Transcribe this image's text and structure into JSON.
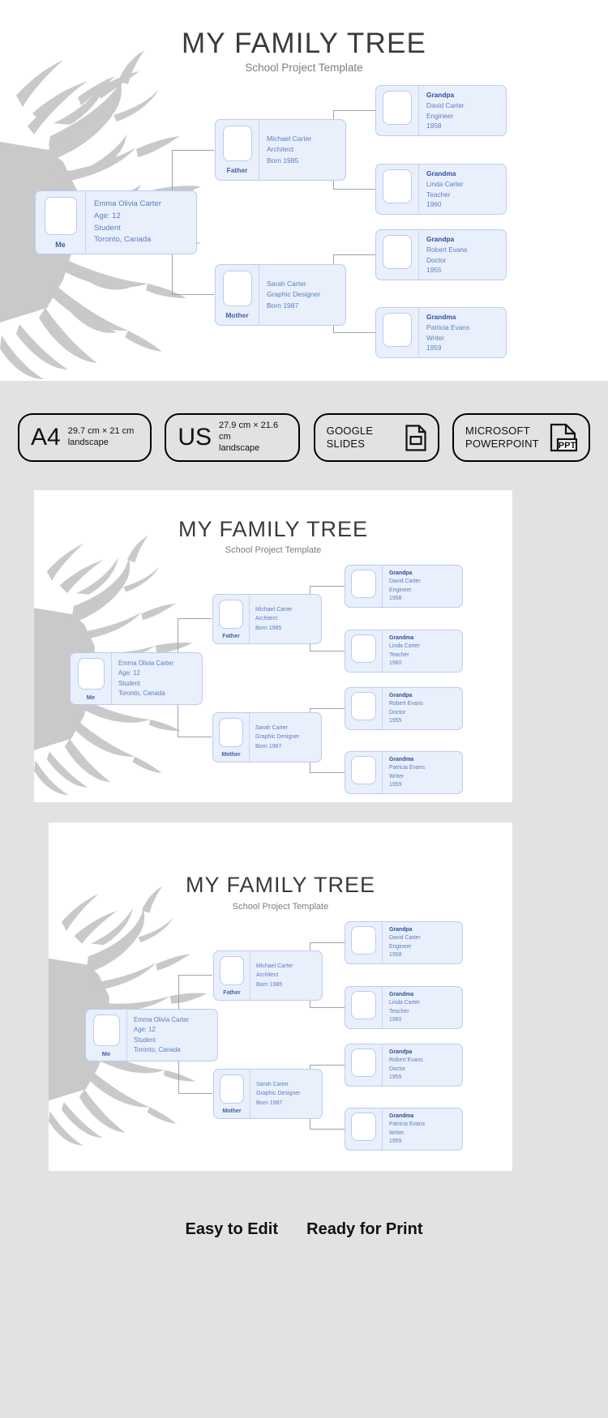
{
  "hero": {
    "title": "MY FAMILY TREE",
    "subtitle": "School Project Template"
  },
  "tree": {
    "me": {
      "role": "Me",
      "name": "Emma Olivia Carter",
      "line2": "Age: 12",
      "line3": "Student",
      "line4": "Toronto, Canada"
    },
    "father": {
      "role": "Father",
      "name": "Michael Carter",
      "line2": "Architect",
      "line3": "Born 1985"
    },
    "mother": {
      "role": "Mother",
      "name": "Sarah Carter",
      "line2": "Graphic Designer",
      "line3": "Born 1987"
    },
    "grandparents": [
      {
        "role": "Grandpa",
        "name": "David Carter",
        "line2": "Engineer",
        "line3": "1958"
      },
      {
        "role": "Grandma",
        "name": "Linda Carter",
        "line2": "Teacher",
        "line3": "1960"
      },
      {
        "role": "Grandpa",
        "name": "Robert Evans",
        "line2": "Doctor",
        "line3": "1955"
      },
      {
        "role": "Grandma",
        "name": "Patricia Evans",
        "line2": "Writer",
        "line3": "1959"
      }
    ]
  },
  "formats": [
    {
      "big": "A4",
      "dims": "29.7 cm × 21 cm",
      "orient": "landscape",
      "icon": "none"
    },
    {
      "big": "US",
      "dims": "27.9 cm × 21.6 cm",
      "orient": "landscape",
      "icon": "none"
    },
    {
      "label1": "GOOGLE",
      "label2": "SLIDES",
      "icon": "google-slides-icon"
    },
    {
      "label1": "MICROSOFT",
      "label2": "POWERPOINT",
      "icon": "powerpoint-icon",
      "icon_text": "PPT"
    }
  ],
  "footer": {
    "left": "Easy to Edit",
    "right": "Ready for Print"
  },
  "colors": {
    "card_bg": "#e9effb",
    "card_border": "#b9cdf0",
    "text_blue": "#5a7fc4",
    "role_blue": "#3f63a8",
    "page_bg": "#e2e2e2",
    "tree_gray": "#c9c9c9"
  }
}
